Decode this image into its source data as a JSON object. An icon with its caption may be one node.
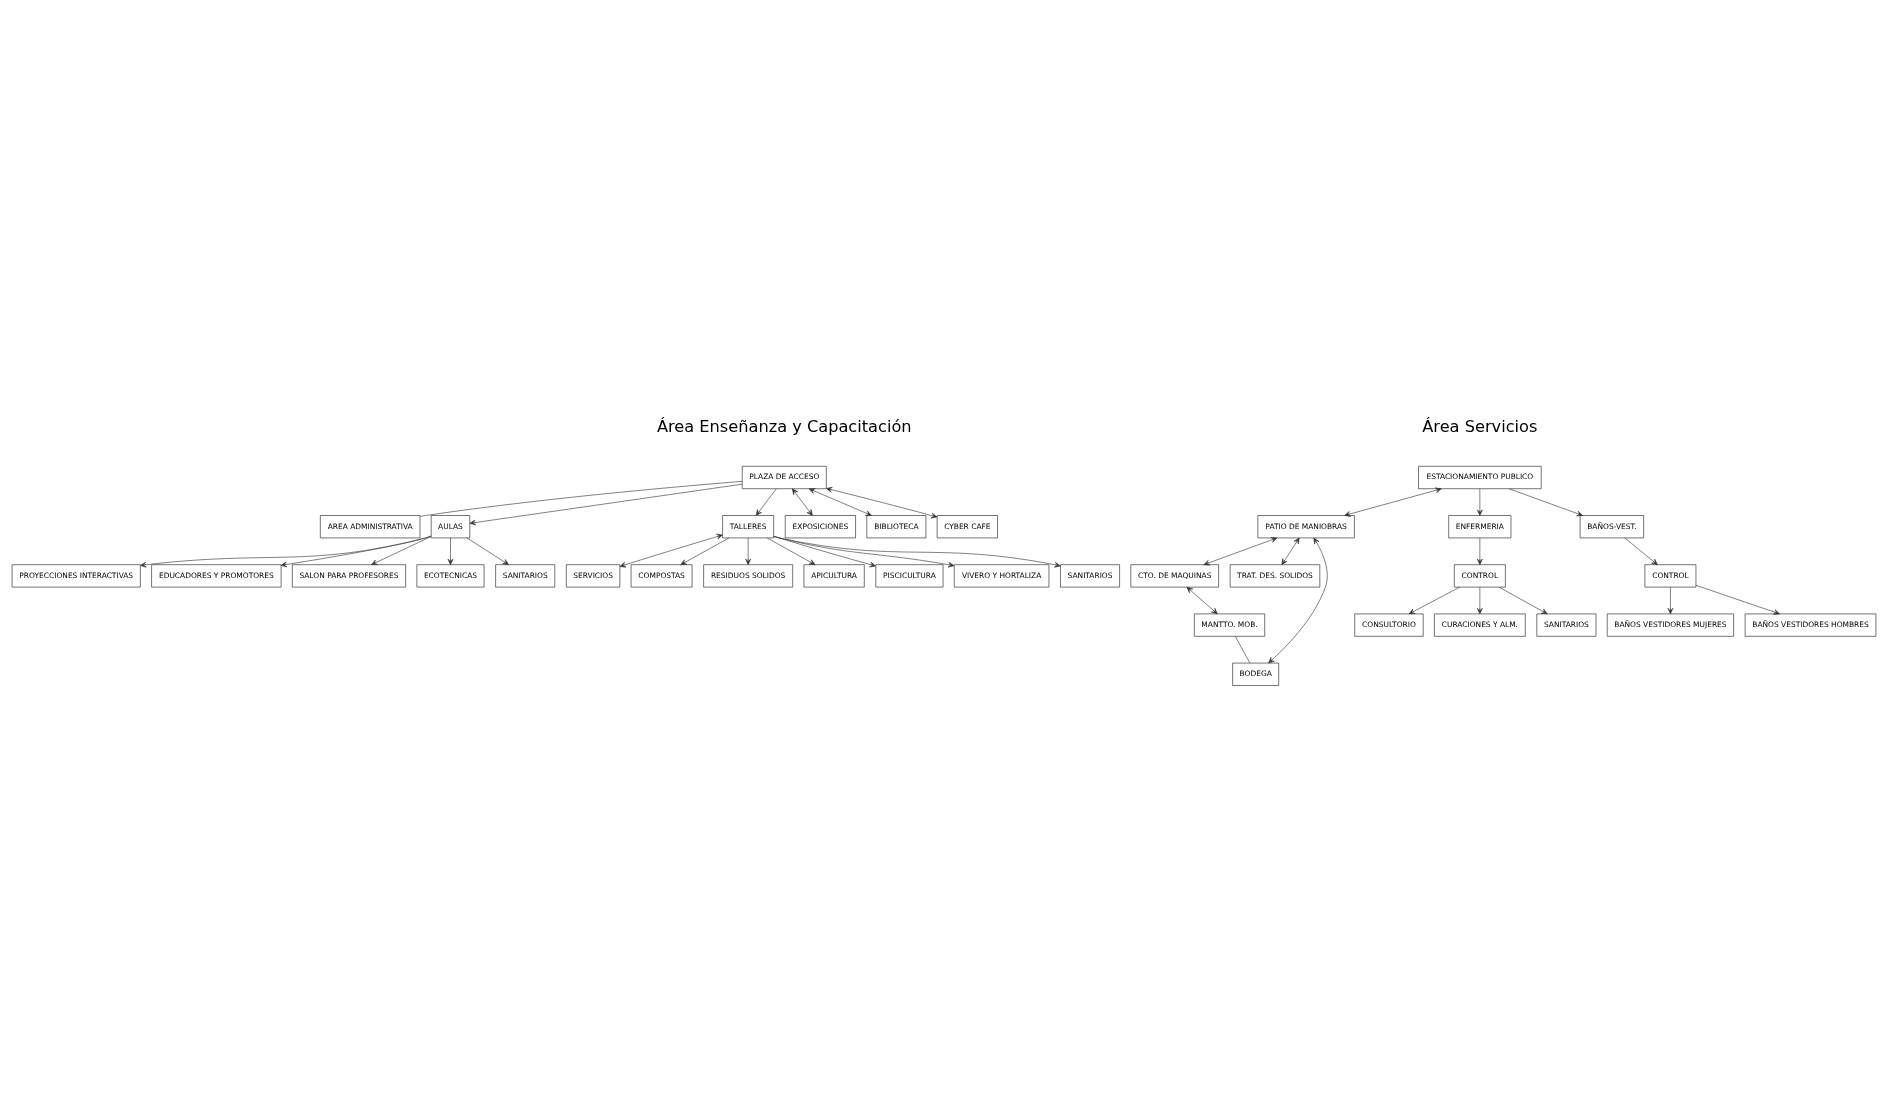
{
  "diagram": {
    "nodes": [
      {
        "text": [
          "PLAZA DE ACCESO"
        ]
      },
      {
        "text": [
          "AREA ADMINISTRATIVA"
        ]
      },
      {
        "text": [
          "AULAS"
        ]
      },
      {
        "text": [
          "TALLERES"
        ]
      },
      {
        "text": [
          "SERVICIOS"
        ]
      },
      {
        "text": [
          "EXPOSICIONES"
        ]
      },
      {
        "text": [
          "BIBLIOTECA"
        ]
      },
      {
        "text": [
          "CYBER CAFE"
        ]
      },
      {
        "text": [
          "PROYECCIONES INTERACTIVAS"
        ]
      },
      {
        "text": [
          "EDUCADORES Y PROMOTORES"
        ]
      },
      {
        "text": [
          "SALON PARA PROFESORES"
        ]
      },
      {
        "text": [
          "ECOTECNICAS"
        ]
      },
      {
        "text": [
          "SANITARIOS"
        ]
      },
      {
        "text": [
          "COMPOSTAS"
        ]
      },
      {
        "text": [
          "RESIDUOS SOLIDOS"
        ]
      },
      {
        "text": [
          "APICULTURA"
        ]
      },
      {
        "text": [
          "PISCICULTURA"
        ]
      },
      {
        "text": [
          "VIVERO Y HORTALIZA"
        ]
      },
      {
        "text": [
          "SANITARIOS"
        ]
      },
      {
        "text": [
          "ESTACIONAMIENTO PUBLICO"
        ]
      },
      {
        "text": [
          "PATIO DE MANIOBRAS"
        ]
      },
      {
        "text": [
          "ENFERMERIA"
        ]
      },
      {
        "text": [
          "BAÑOS-VEST."
        ]
      },
      {
        "text": [
          "CTO. DE MAQUINAS"
        ]
      },
      {
        "text": [
          "CONTROL"
        ]
      },
      {
        "text": [
          "CONTROL"
        ]
      },
      {
        "text": [
          "TRAT. DES. SOLIDOS"
        ]
      },
      {
        "text": [
          "CONSULTORIO"
        ]
      },
      {
        "text": [
          "CURACIONES Y ALM."
        ]
      },
      {
        "text": [
          "SANITARIOS"
        ]
      },
      {
        "text": [
          "BAÑOS VESTIDORES MUJERES"
        ]
      },
      {
        "text": [
          "BAÑOS VESTIDORES HOMBRES"
        ]
      },
      {
        "text": [
          "MANTTO. MOB."
        ]
      },
      {
        "text": [
          "BODEGA"
        ]
      }
    ],
    "edges": [
      {
        "from": 0,
        "to": 1,
        "arrow": "none"
      },
      {
        "from": 0,
        "to": 2,
        "arrow": "to"
      },
      {
        "from": 0,
        "to": 3,
        "arrow": "to"
      },
      {
        "from": 0,
        "to": 5,
        "arrow": "both"
      },
      {
        "from": 0,
        "to": 6,
        "arrow": "both"
      },
      {
        "from": 0,
        "to": 7,
        "arrow": "both"
      },
      {
        "from": 3,
        "to": 4,
        "arrow": "both"
      },
      {
        "from": 2,
        "to": 8,
        "arrow": "to"
      },
      {
        "from": 2,
        "to": 9,
        "arrow": "to"
      },
      {
        "from": 2,
        "to": 10,
        "arrow": "to"
      },
      {
        "from": 2,
        "to": 11,
        "arrow": "to"
      },
      {
        "from": 2,
        "to": 12,
        "arrow": "to"
      },
      {
        "from": 3,
        "to": 13,
        "arrow": "to"
      },
      {
        "from": 3,
        "to": 14,
        "arrow": "to"
      },
      {
        "from": 3,
        "to": 15,
        "arrow": "to"
      },
      {
        "from": 3,
        "to": 16,
        "arrow": "to"
      },
      {
        "from": 3,
        "to": 17,
        "arrow": "to"
      },
      {
        "from": 3,
        "to": 18,
        "arrow": "to"
      },
      {
        "from": 19,
        "to": 20,
        "arrow": "both"
      },
      {
        "from": 19,
        "to": 21,
        "arrow": "to"
      },
      {
        "from": 19,
        "to": 22,
        "arrow": "to"
      },
      {
        "from": 21,
        "to": 24,
        "arrow": "to"
      },
      {
        "from": 22,
        "to": 25,
        "arrow": "to"
      },
      {
        "from": 20,
        "to": 23,
        "arrow": "both"
      },
      {
        "from": 20,
        "to": 26,
        "arrow": "both"
      },
      {
        "from": 20,
        "to": 33,
        "arrow": "both"
      },
      {
        "from": 24,
        "to": 27,
        "arrow": "to"
      },
      {
        "from": 24,
        "to": 28,
        "arrow": "to"
      },
      {
        "from": 24,
        "to": 29,
        "arrow": "to"
      },
      {
        "from": 25,
        "to": 30,
        "arrow": "to"
      },
      {
        "from": 25,
        "to": 31,
        "arrow": "to"
      },
      {
        "from": 23,
        "to": 32,
        "arrow": "both"
      },
      {
        "from": 32,
        "to": 33,
        "arrow": "none"
      }
    ],
    "labels": [
      "Área Enseñanza y Capacitación",
      "Área Servicios"
    ]
  }
}
